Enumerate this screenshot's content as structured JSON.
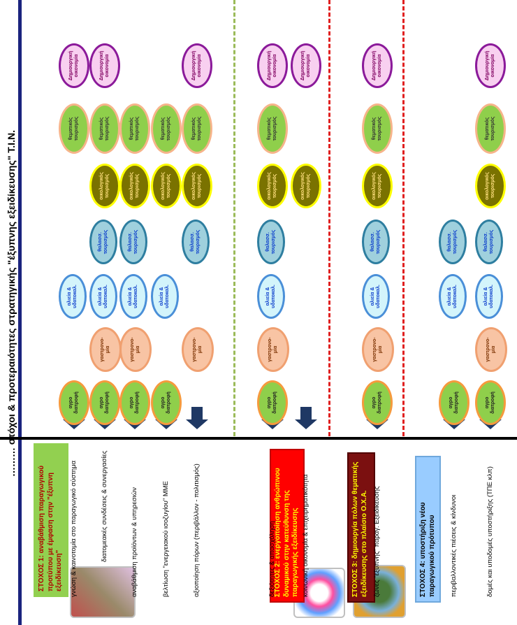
{
  "title": "……… στόχοι & προτεραιότητες στρατηγικής \"έξυπνης εξειδίκευσης\" Τ.Ι.Ν.",
  "oval_labels": {
    "c0": "αγρο\nδιατροφή",
    "c1": "γαστρονο-\nμία",
    "c2": "αλιεία &\nυδατοκαλ.",
    "c3": "θαλασσ.\nτουρισμός",
    "c4": "οικολογικός\nτουρισμός",
    "c5": "θεματικός\nτουρισμός",
    "c6": "Δημιουργική\nοικονομία"
  },
  "colors": {
    "accent": "#1a237e",
    "arrow": "#1f3864",
    "goal1": "#92d050",
    "goal2": "#ff0000",
    "goal3": "#7b1010",
    "goal4": "#99ccff"
  },
  "icons": [
    "arrow-up-icon"
  ],
  "goals": [
    {
      "label": "ΣΤΟΧΟΣ 1: αναβάθμιση παραγωγικού προτύπου με έμφαση στην \"έξυπνη εξειδίκευση\"",
      "rows": [
        {
          "label": "γνώση & καινοτομία στο παραγωγικό σύστημα",
          "arrow": true,
          "cells": [
            1,
            0,
            1,
            0,
            0,
            1,
            1
          ]
        },
        {
          "label": "διατομεακές συνδέσεις & συνεργασίες",
          "arrow": true,
          "cells": [
            1,
            1,
            1,
            1,
            1,
            1,
            1
          ]
        },
        {
          "label": "αναβάθμιση προϊόντων & υπηρεσιών",
          "arrow": true,
          "cells": [
            1,
            1,
            1,
            1,
            1,
            1,
            0
          ]
        },
        {
          "label": "βελτίωση \"ενεργειακού ισοζυγίου\" ΜΜΕ",
          "arrow": true,
          "cells": [
            1,
            0,
            1,
            0,
            1,
            1,
            0
          ]
        },
        {
          "label": "αξιοποίηση πόρων (περιβάλλον - πολιτισμός)",
          "arrow": true,
          "cells": [
            0,
            1,
            0,
            1,
            1,
            1,
            1
          ]
        }
      ]
    },
    {
      "label": "ΣΤΟΧΟΣ 2: ενεργοποίηση ανθρώπινου δυναμικού στην κατεύθυνση της παραγωγικής εξειδίκευσης",
      "rows": [
        {
          "label": "δεξιότητες & απασχόληση",
          "arrow": true,
          "cells": [
            1,
            1,
            1,
            1,
            1,
            1,
            1
          ]
        },
        {
          "label": "κοινωνική οικονομία & επιχειρηματικότητα",
          "arrow": true,
          "cells": [
            0,
            0,
            0,
            0,
            1,
            0,
            1
          ]
        }
      ]
    },
    {
      "label": "ΣΤΟΧΟΣ 3: δημιουργία πόλων θεματικής εξειδίκευσης στο πλαίσιο Ο.Χ.Α.",
      "rows": [
        {
          "label": "ζώνες \"έξυπνης\" παραγ. Εξειδίκευσης",
          "arrow": true,
          "cells": [
            1,
            1,
            1,
            1,
            1,
            1,
            1
          ]
        }
      ]
    },
    {
      "label": "ΣΤΟΧΟΣ 4: υποστήριξη νέου παραγωγικού πρότυπου",
      "rows": [
        {
          "label": "περιβαλλοντικές πιέσεις & κίνδυνοι",
          "arrow": true,
          "cells": [
            1,
            0,
            1,
            1,
            0,
            0,
            0
          ]
        },
        {
          "label": "δομές και υποδομές υποστήριξης (ΤΠΕ κλπ)",
          "arrow": true,
          "cells": [
            1,
            1,
            1,
            1,
            1,
            1,
            1
          ]
        }
      ]
    }
  ]
}
